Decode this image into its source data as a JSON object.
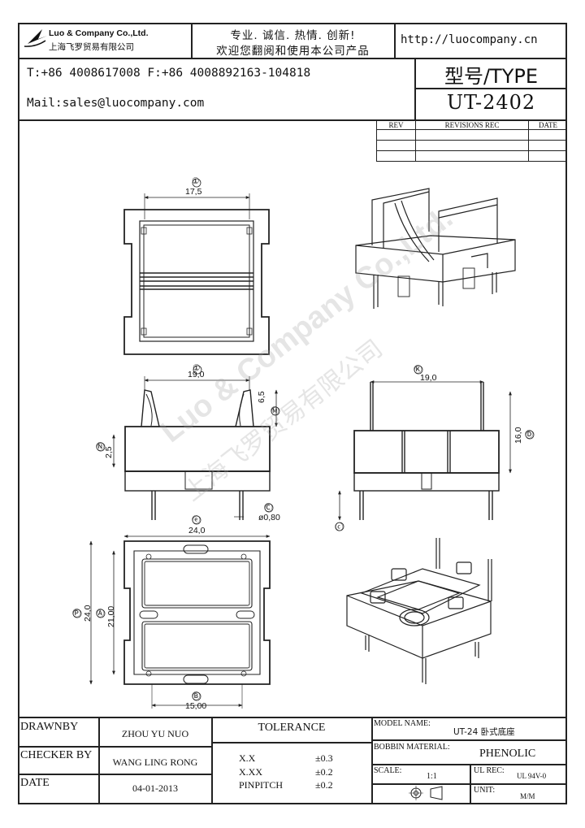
{
  "header": {
    "company_name": "Luo & Company Co.,Ltd.",
    "company_name_cn": "上海飞罗贸易有限公司",
    "slogan_line1": "专业. 诚信. 热情. 创新!",
    "slogan_line2": "欢迎您翻阅和使用本公司产品",
    "website": "http://luocompany.cn",
    "phone_fax": "T:+86 4008617008 F:+86 4008892163-104818",
    "mail": "Mail:sales@luocompany.com",
    "type_label": "型号/TYPE",
    "model_number": "UT-2402"
  },
  "revisions": {
    "headers": [
      "REV",
      "REVISIONS REC",
      "DATE"
    ]
  },
  "drawing": {
    "top_view": {
      "callout": "①",
      "dim_width": "17,5"
    },
    "front_view": {
      "callout_top": "①",
      "dim_width": "19,0",
      "callout_m": "Ⓜ",
      "dim_m": "6,5",
      "callout_n": "Ⓝ",
      "dim_n": "2,5",
      "callout_c": "Ⓒ",
      "dim_c": "ø0,80"
    },
    "side_view": {
      "callout_k": "Ⓚ",
      "dim_width": "19,0",
      "dim_height": "16,0",
      "callout_d": "Ⓓ",
      "callout_bottom": "ⓒ"
    },
    "bottom_view": {
      "callout_top": "ⓔ",
      "dim_width": "24,0",
      "callout_f": "Ⓟ",
      "dim_height": "24,0",
      "callout_a": "Ⓐ",
      "dim_inner": "21,00",
      "callout_b": "Ⓑ",
      "dim_bottom": "15,00"
    },
    "watermark_en": "Luo & Company Co.,Ltd.",
    "watermark_cn": "上海飞罗贸易有限公司"
  },
  "title_block": {
    "drawnby_label": "DRAWNBY",
    "drawnby_value": "ZHOU YU NUO",
    "checker_label": "CHECKER BY",
    "checker_value": "WANG LING RONG",
    "date_label": "DATE",
    "date_value": "04-01-2013",
    "tolerance_label": "TOLERANCE",
    "tol_rows": [
      {
        "name": "X.X",
        "value": "±0.3"
      },
      {
        "name": "X.XX",
        "value": "±0.2"
      },
      {
        "name": "PINPITCH",
        "value": "±0.2"
      }
    ],
    "model_name_label": "MODEL NAME:",
    "model_name_value": "UT-24 卧式底座",
    "bobbin_label": "BOBBIN MATERIAL:",
    "bobbin_value": "PHENOLIC",
    "scale_label": "SCALE:",
    "scale_value": "1:1",
    "ul_label": "UL REC:",
    "ul_value": "UL 94V-0",
    "unit_label": "UNIT:",
    "unit_value": "M/M"
  }
}
